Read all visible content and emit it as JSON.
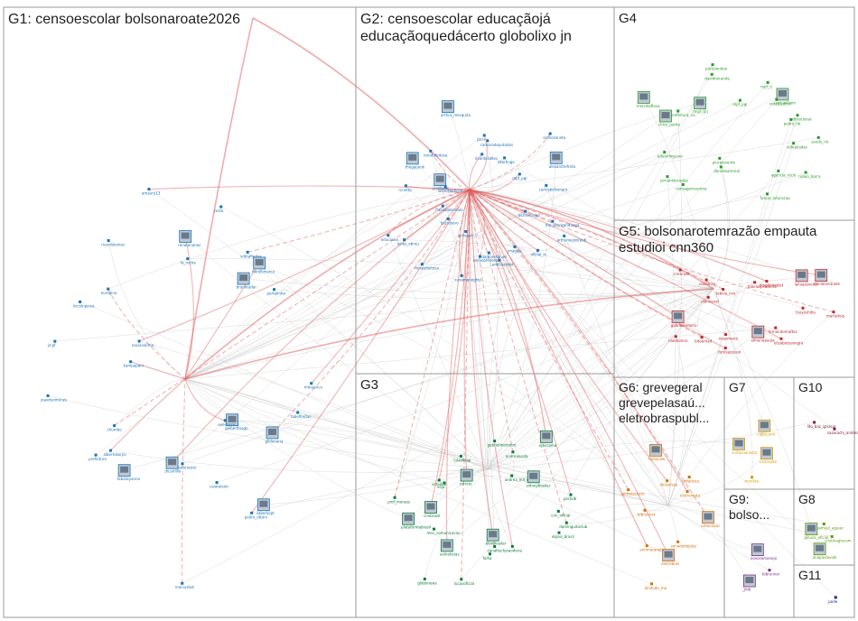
{
  "groups": [
    {
      "id": "G1",
      "title": "G1: censoescolar bolsonaroate2026",
      "lines": [
        "G1: censoescolar bolsonaroate2026"
      ],
      "color": "#1a73b8"
    },
    {
      "id": "G2",
      "title": "G2: censoescolar educaçãojá educaçãoquedácerto globolixo jn",
      "lines": [
        "G2: censoescolar educaçãojá",
        "educaçãoquedácerto globolixo jn"
      ],
      "color": "#1a73b8"
    },
    {
      "id": "G3",
      "title": "G3",
      "lines": [
        "G3"
      ],
      "color": "#0a7a3a"
    },
    {
      "id": "G4",
      "title": "G4",
      "lines": [
        "G4"
      ],
      "color": "#2a9a2a"
    },
    {
      "id": "G5",
      "title": "G5: bolsonarotemrazão empauta estudioi cnn360",
      "lines": [
        "G5: bolsonarotemrazão empauta",
        "estudioi cnn360"
      ],
      "color": "#c0282d"
    },
    {
      "id": "G6",
      "title": "G6: grevegeral grevepelasaú... eletrobraspubl...",
      "lines": [
        "G6: grevegeral",
        "grevepelasaú...",
        "eletrobraspubl..."
      ],
      "color": "#d4700a"
    },
    {
      "id": "G7",
      "title": "G7",
      "lines": [
        "G7"
      ],
      "color": "#d69a00"
    },
    {
      "id": "G8",
      "title": "G8",
      "lines": [
        "G8"
      ],
      "color": "#5a9a10"
    },
    {
      "id": "G9",
      "title": "G9: bolso...",
      "lines": [
        "G9:",
        "bolso..."
      ],
      "color": "#7a2a8a"
    },
    {
      "id": "G10",
      "title": "G10",
      "lines": [
        "G10"
      ],
      "color": "#7a2030"
    },
    {
      "id": "G11",
      "title": "G11",
      "lines": [
        "G11"
      ],
      "color": "#1a2a8a"
    }
  ],
  "nodes": {
    "G1": [
      "gildoneria",
      "gelberthiago",
      "enedasco",
      "saberkopt",
      "pedro_ottoni",
      "caiotoledo",
      "marcusbot",
      "pastoriezier",
      "jhcamillo",
      "tabatayanna",
      "albertokorps",
      "prefeitura",
      "chumbo",
      "joaedsomorais",
      "kampapani",
      "jrcpf",
      "kasianalima",
      "lincolnpaiva",
      "euregina",
      "ricardolemos",
      "amaury13",
      "fa_rocha",
      "renatonunes",
      "costa",
      "vilmafreitas",
      "brunoradar",
      "fiorellimarco",
      "portelinha",
      "mmaurico",
      "tabelfreitas"
    ],
    "G2": [
      "the_brunzendanga",
      "arthurweintraub",
      "oficial_rc",
      "jmagals",
      "emiliaahdef",
      "damaresalves",
      "senadofederal",
      "prlivanh",
      "xuxameneghel",
      "renatofeitosa",
      "jonas_abreu",
      "bolsonaro",
      "educacao",
      "flaviobolsonaro",
      "rcnetto",
      "joseboas",
      "wsouzaoficial",
      "thegapunk",
      "renatafeitosa",
      "arthur_mesquita",
      "jbrsr",
      "camaradeputados",
      "ricardosalles",
      "vitorhugo",
      "andrezaneto",
      "alexandrefrota",
      "mpf_pgr",
      "carlosbolsonaro",
      "aszilverman"
    ],
    "G3": [
      "dominguitoclub",
      "elpais_brasil",
      "joaodoria",
      "bkmmaster",
      "canaltech",
      "folha",
      "lucasoficial",
      "globonews",
      "uolnoticias",
      "mec_comunicacao",
      "cnnbrasil",
      "plataformabrasil",
      "prof_moraes",
      "veja",
      "estadao",
      "lulaoficial",
      "correio",
      "gabrielmonteiro",
      "andreakosta",
      "andrea_mil_cl",
      "ojairzinho",
      "sidneybecker",
      "portalb",
      "cnn_oficial"
    ],
    "G4": [
      "saude_rio",
      "redealiadas",
      "ruben_barra",
      "agencia_rocin",
      "futuro_educacao",
      "danieloamaral",
      "pluralevento",
      "consagemcorona",
      "jornaldebrasilia",
      "eduardoguare",
      "chico_pedro",
      "marceloflexa",
      "prefeitura_rio",
      "tmpf_tjrj",
      "portalandeo",
      "davidmiranda",
      "mpf_pgr",
      "mpf_rj",
      "ant_william",
      "redeastorre",
      "pdtnacional",
      "pedro_hb"
    ],
    "G5": [
      "mariadoia",
      "fernandomattos",
      "elizabeteanegra",
      "almeriapaula",
      "teresacassio",
      "rosaimaria",
      "bitoemad",
      "hialdomiro",
      "gabrielavitorio",
      "nlanneval",
      "cnnbrasil",
      "canalcnn",
      "tabela_ovo",
      "tabelaspresente",
      "blogdonoblat",
      "lailaazevedo",
      "danielandrade",
      "tsuyoshitia"
    ],
    "G6": [
      "urbaniszal",
      "senadodojatar",
      "eletrobras",
      "dindudo_ma",
      "annmaranata",
      "bibrunnet",
      "jairbolsonaro",
      "fumacaw",
      "dinisolsse",
      "urbanista",
      "eletronorte"
    ],
    "G7": [
      "carloszito",
      "marieta",
      "cortasuacosta",
      "ciqtocarol"
    ],
    "G8": [
      "cristinagrassm",
      "anapaulavolk",
      "gihusa_oficial",
      "samuel_aguiar"
    ],
    "G9": [
      "bibrunner",
      "_jmb",
      "novosemanejo"
    ],
    "G10": [
      "sazarachi_andrea",
      "lito_baz_ignacio"
    ],
    "G11": [
      "pode"
    ]
  },
  "colors": {
    "G1": "#1a73b8",
    "G2": "#1a73b8",
    "G3": "#0a7a3a",
    "G4": "#2a9a2a",
    "G5": "#c0282d",
    "G6": "#d4700a",
    "G7": "#d69a00",
    "G8": "#5a9a10",
    "G9": "#7a2a8a",
    "G10": "#7a2030",
    "G11": "#1a2a8a",
    "edge_strong": "#e05a5a",
    "edge_light": "#cccccc",
    "frame": "#999999"
  }
}
